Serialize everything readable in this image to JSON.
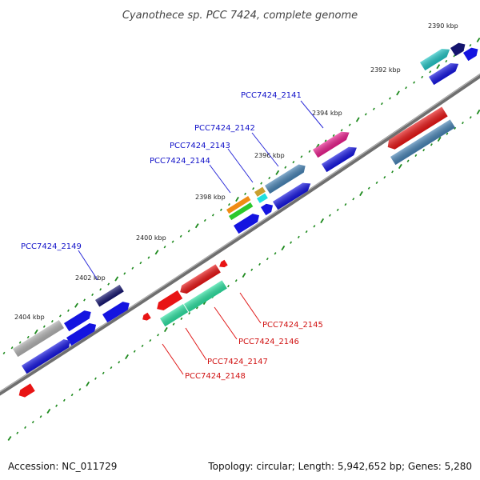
{
  "title": "Cyanothece sp. PCC 7424, complete genome",
  "footer": {
    "accession": "Accession: NC_011729",
    "stats": "Topology: circular; Length: 5,942,652 bp; Genes: 5,280"
  },
  "colors": {
    "backbone": "#7a7a7a",
    "tick_dot": "#1e8a1e",
    "label_forward": "#1010c8",
    "label_reverse": "#d01010"
  },
  "ticks": [
    "2390 kbp",
    "2392 kbp",
    "2394 kbp",
    "2396 kbp",
    "2398 kbp",
    "2400 kbp",
    "2402 kbp",
    "2404 kbp"
  ],
  "gene_labels": [
    {
      "text": "PCC7424_2141",
      "strand": "forward"
    },
    {
      "text": "PCC7424_2142",
      "strand": "forward"
    },
    {
      "text": "PCC7424_2143",
      "strand": "forward"
    },
    {
      "text": "PCC7424_2144",
      "strand": "forward"
    },
    {
      "text": "PCC7424_2149",
      "strand": "forward"
    },
    {
      "text": "PCC7424_2145",
      "strand": "reverse"
    },
    {
      "text": "PCC7424_2146",
      "strand": "reverse"
    },
    {
      "text": "PCC7424_2147",
      "strand": "reverse"
    },
    {
      "text": "PCC7424_2148",
      "strand": "reverse"
    }
  ]
}
